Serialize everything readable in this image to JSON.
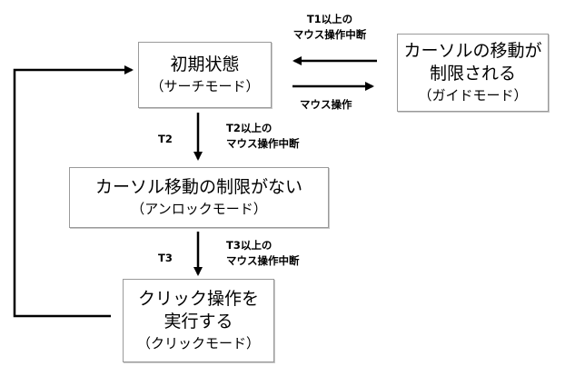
{
  "states": {
    "search": {
      "title": "初期状態",
      "mode": "（サーチモード）"
    },
    "guide": {
      "line1": "カーソルの移動が",
      "line2": "制限される",
      "mode": "（ガイドモード）"
    },
    "unlock": {
      "title": "カーソル移動の制限がない",
      "mode": "（アンロックモード）"
    },
    "click": {
      "line1": "クリック操作を",
      "line2": "実行する",
      "mode": "（クリックモード）"
    }
  },
  "transitions": {
    "t1": {
      "line1": "T1以上の",
      "line2": "マウス操作中断"
    },
    "mouse_op": "マウス操作",
    "t2_time": "T2",
    "t2": {
      "line1": "T2以上の",
      "line2": "マウス操作中断"
    },
    "t3_time": "T3",
    "t3": {
      "line1": "T3以上の",
      "line2": "マウス操作中断"
    }
  }
}
